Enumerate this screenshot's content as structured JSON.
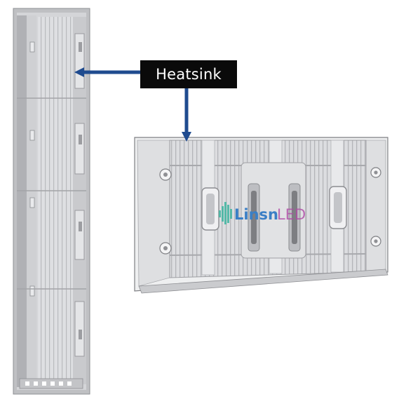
{
  "callout": {
    "label": "Heatsink"
  },
  "logo": {
    "text_main": "Linsn",
    "text_accent": "LED"
  },
  "colors": {
    "callout_bg": "#0a0a0a",
    "callout_text": "#ffffff",
    "arrow": "#1f4b8f",
    "metal": "#d9d9db",
    "logo_main": "#3a7fc6",
    "logo_accent": "#b04aa6"
  }
}
